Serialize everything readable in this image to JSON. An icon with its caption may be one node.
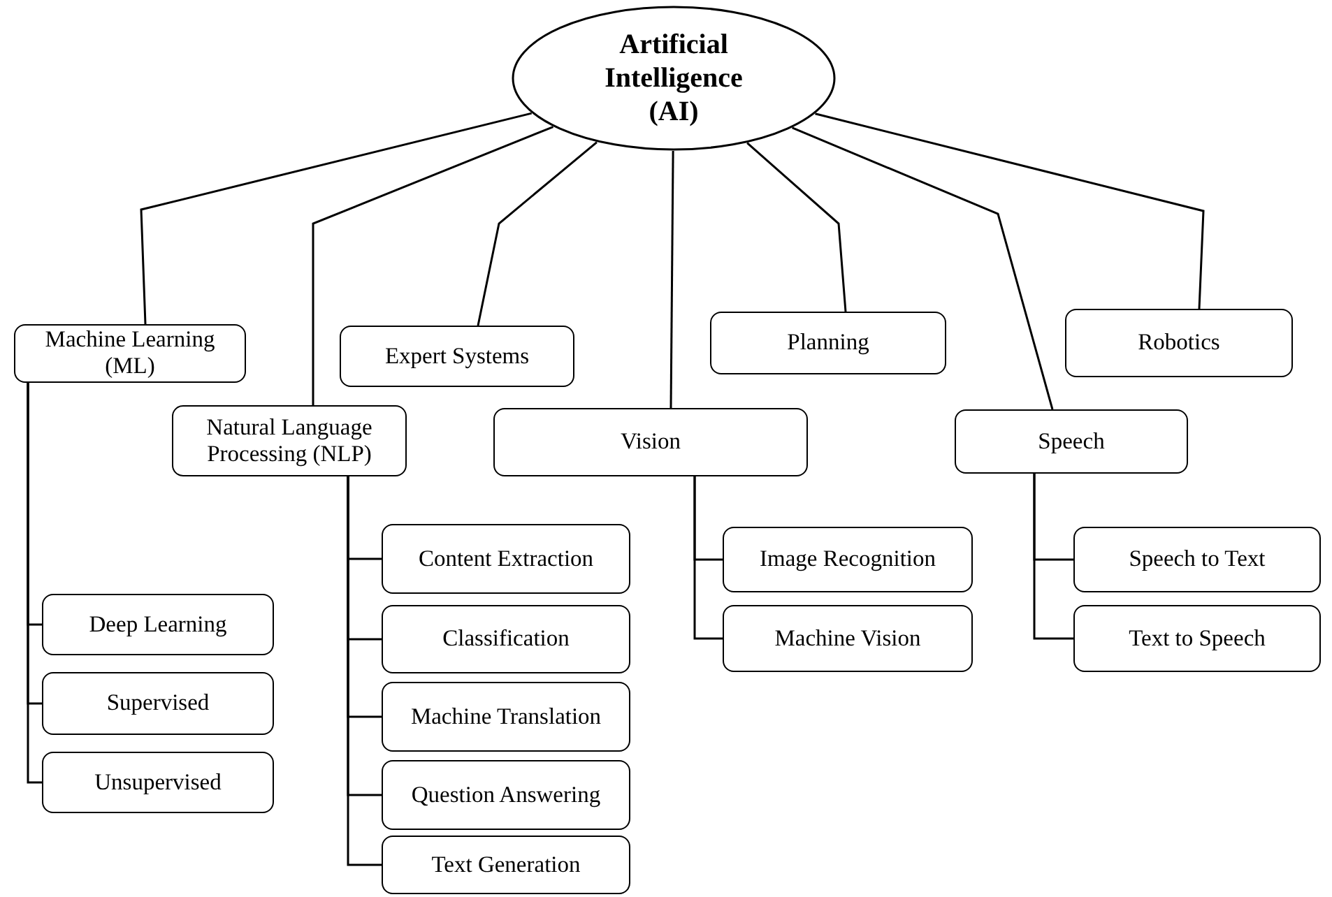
{
  "diagram": {
    "nodes": [
      {
        "text": [
          "Artificial Intelligence (AI)"
        ]
      },
      {
        "text": [
          "Machine Learning (ML)"
        ]
      },
      {
        "text": [
          "Natural Language Processing (NLP)"
        ]
      },
      {
        "text": [
          "Expert Systems"
        ]
      },
      {
        "text": [
          "Vision"
        ]
      },
      {
        "text": [
          "Planning"
        ]
      },
      {
        "text": [
          "Speech"
        ]
      },
      {
        "text": [
          "Robotics"
        ]
      },
      {
        "text": [
          "Deep Learning"
        ]
      },
      {
        "text": [
          "Supervised"
        ]
      },
      {
        "text": [
          "Unsupervised"
        ]
      },
      {
        "text": [
          "Content Extraction"
        ]
      },
      {
        "text": [
          "Classification"
        ]
      },
      {
        "text": [
          "Machine Translation"
        ]
      },
      {
        "text": [
          "Question Answering"
        ]
      },
      {
        "text": [
          "Text Generation"
        ]
      },
      {
        "text": [
          "Image Recognition"
        ]
      },
      {
        "text": [
          "Machine Vision"
        ]
      },
      {
        "text": [
          "Speech to Text"
        ]
      },
      {
        "text": [
          "Text to Speech"
        ]
      }
    ],
    "edges": [
      {
        "from": 0,
        "to": 1,
        "arrow": "none"
      },
      {
        "from": 0,
        "to": 2,
        "arrow": "none"
      },
      {
        "from": 0,
        "to": 3,
        "arrow": "none"
      },
      {
        "from": 0,
        "to": 4,
        "arrow": "none"
      },
      {
        "from": 0,
        "to": 5,
        "arrow": "none"
      },
      {
        "from": 0,
        "to": 6,
        "arrow": "none"
      },
      {
        "from": 0,
        "to": 7,
        "arrow": "none"
      },
      {
        "from": 1,
        "to": 8,
        "arrow": "none"
      },
      {
        "from": 1,
        "to": 9,
        "arrow": "none"
      },
      {
        "from": 1,
        "to": 10,
        "arrow": "none"
      },
      {
        "from": 2,
        "to": 11,
        "arrow": "none"
      },
      {
        "from": 2,
        "to": 12,
        "arrow": "none"
      },
      {
        "from": 2,
        "to": 13,
        "arrow": "none"
      },
      {
        "from": 2,
        "to": 14,
        "arrow": "none"
      },
      {
        "from": 2,
        "to": 15,
        "arrow": "none"
      },
      {
        "from": 4,
        "to": 16,
        "arrow": "none"
      },
      {
        "from": 4,
        "to": 17,
        "arrow": "none"
      },
      {
        "from": 6,
        "to": 18,
        "arrow": "none"
      },
      {
        "from": 6,
        "to": 19,
        "arrow": "none"
      }
    ]
  }
}
